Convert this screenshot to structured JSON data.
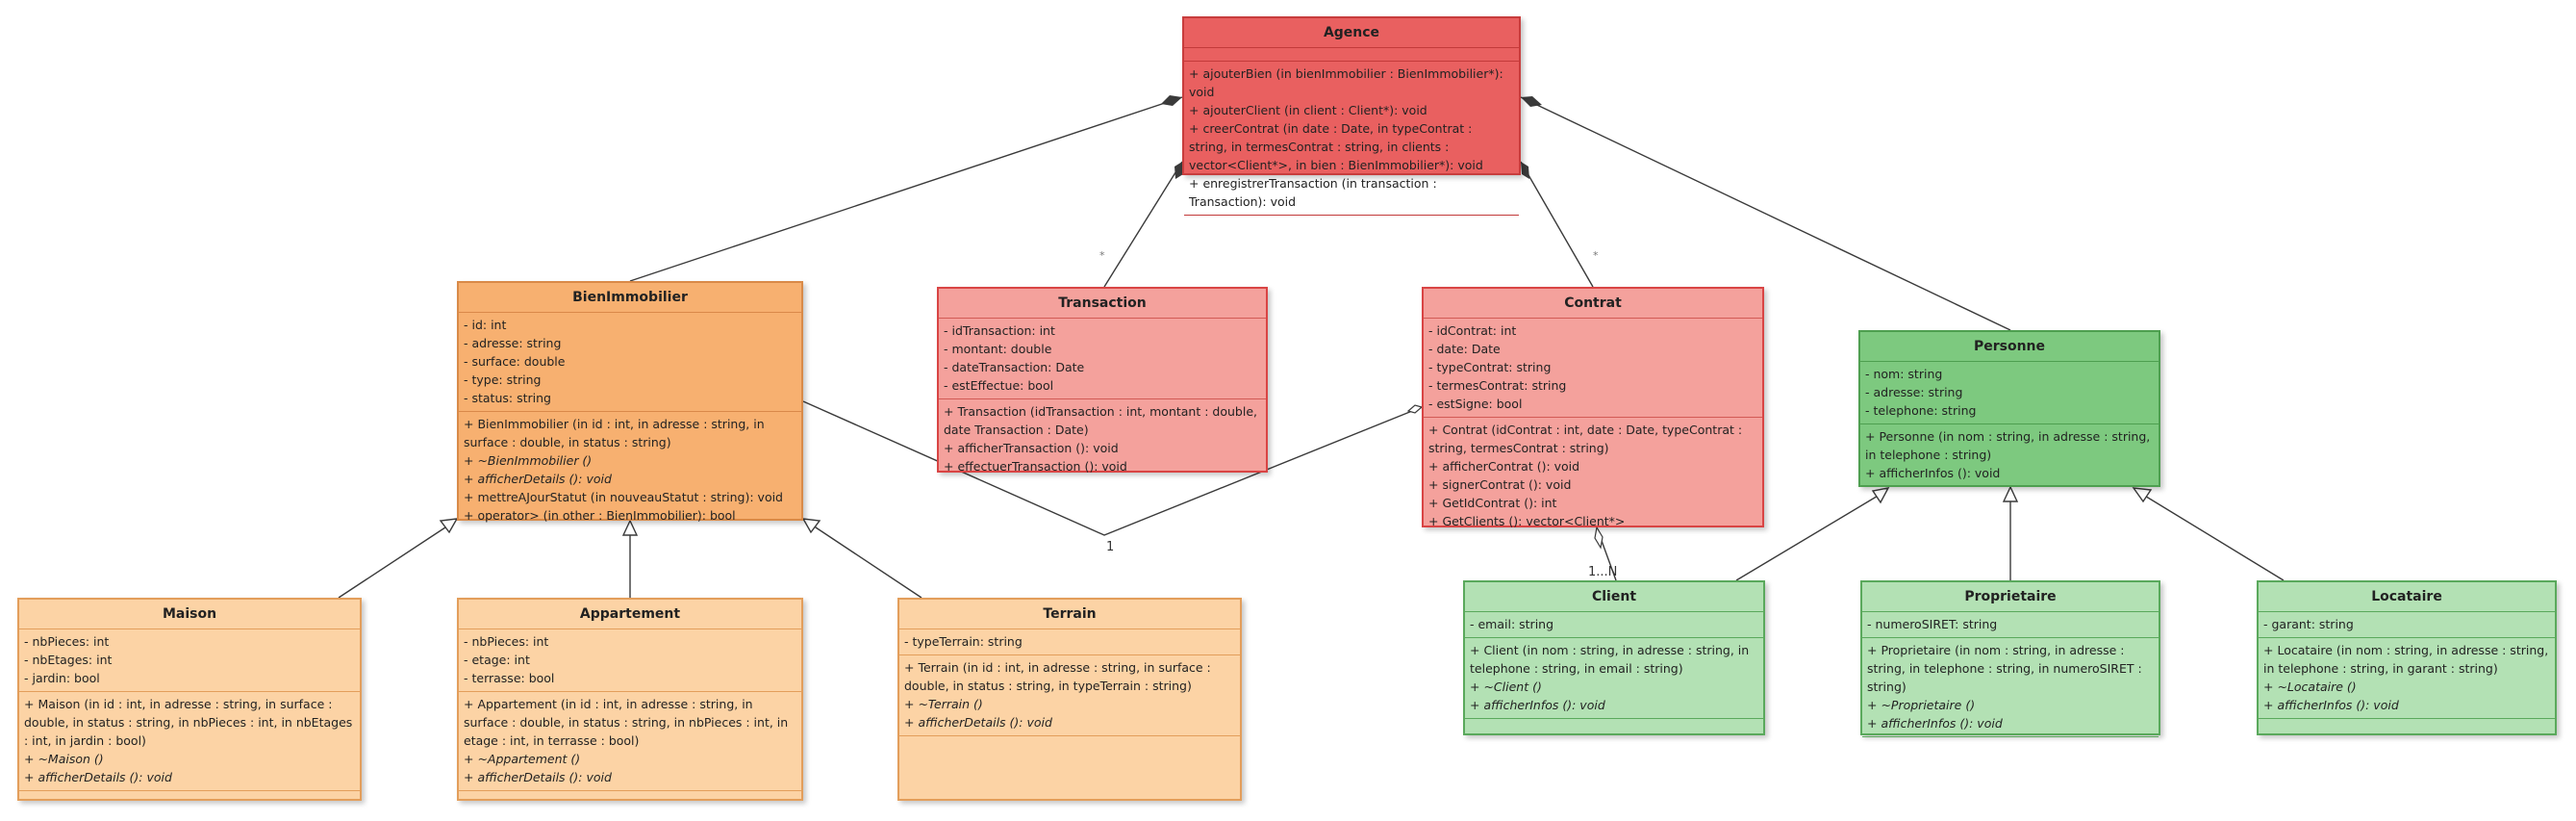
{
  "colors": {
    "agence": "#e96060",
    "transaction_contrat": "#f4a19c",
    "bien": "#f7b070",
    "biens_sub": "#fcd3a5",
    "personne": "#7dc97f",
    "personnes_sub": "#b3e1b4",
    "line": "#3a3a3a"
  },
  "classes": {
    "agence": {
      "name": "Agence",
      "sections": [
        [],
        [
          {
            "text": "+ ajouterBien (in bienImmobilier : BienImmobilier*): void"
          },
          {
            "text": "+ ajouterClient (in client : Client*): void"
          },
          {
            "text": "+ creerContrat (in date : Date, in typeContrat : string, in termesContrat : string, in clients : vector<Client*>, in bien : BienImmobilier*): void"
          },
          {
            "text": "+ enregistrerTransaction (in transaction : Transaction): void"
          }
        ],
        []
      ]
    },
    "bien": {
      "name": "BienImmobilier",
      "sections": [
        [
          {
            "text": "- id: int"
          },
          {
            "text": "- adresse: string"
          },
          {
            "text": "- surface: double"
          },
          {
            "text": "- type: string"
          },
          {
            "text": "- status: string"
          }
        ],
        [
          {
            "text": "+ BienImmobilier (in id : int, in adresse : string, in surface : double, in status : string)"
          },
          {
            "text": "+ ~BienImmobilier ()",
            "italic": true
          },
          {
            "text": "+ afficherDetails (): void",
            "italic": true
          },
          {
            "text": "+ mettreAJourStatut (in nouveauStatut : string): void"
          },
          {
            "text": "+ operator> (in other : BienImmobilier): bool"
          }
        ]
      ]
    },
    "transaction": {
      "name": "Transaction",
      "sections": [
        [
          {
            "text": "- idTransaction: int"
          },
          {
            "text": "- montant: double"
          },
          {
            "text": "- dateTransaction: Date"
          },
          {
            "text": "- estEffectue: bool"
          }
        ],
        [
          {
            "text": "+ Transaction (idTransaction : int, montant : double, date Transaction : Date)"
          },
          {
            "text": "+ afficherTransaction (): void"
          },
          {
            "text": "+ effectuerTransaction (): void"
          }
        ]
      ]
    },
    "contrat": {
      "name": "Contrat",
      "sections": [
        [
          {
            "text": "- idContrat: int"
          },
          {
            "text": "- date: Date"
          },
          {
            "text": "- typeContrat: string"
          },
          {
            "text": "- termesContrat: string"
          },
          {
            "text": "- estSigne: bool"
          }
        ],
        [
          {
            "text": "+ Contrat (idContrat : int, date : Date, typeContrat : string, termesContrat : string)"
          },
          {
            "text": "+ afficherContrat (): void"
          },
          {
            "text": "+ signerContrat (): void"
          },
          {
            "text": "+ GetIdContrat (): int"
          },
          {
            "text": "+ GetClients (): vector<Client*>"
          }
        ]
      ]
    },
    "personne": {
      "name": "Personne",
      "sections": [
        [
          {
            "text": "- nom: string"
          },
          {
            "text": "- adresse: string"
          },
          {
            "text": "- telephone: string"
          }
        ],
        [
          {
            "text": "+ Personne (in nom : string, in adresse : string, in telephone : string)"
          },
          {
            "text": "+ afficherInfos (): void"
          }
        ],
        []
      ]
    },
    "maison": {
      "name": "Maison",
      "sections": [
        [
          {
            "text": "- nbPieces: int"
          },
          {
            "text": "- nbEtages: int"
          },
          {
            "text": "- jardin: bool"
          }
        ],
        [
          {
            "text": "+ Maison (in id : int, in adresse : string, in surface : double, in status : string, in nbPieces : int, in nbEtages : int, in jardin : bool)"
          },
          {
            "text": "+ ~Maison ()",
            "italic": true
          },
          {
            "text": "+ afficherDetails (): void",
            "italic": true
          }
        ],
        []
      ]
    },
    "appartement": {
      "name": "Appartement",
      "sections": [
        [
          {
            "text": "- nbPieces: int"
          },
          {
            "text": "- etage: int"
          },
          {
            "text": "- terrasse: bool"
          }
        ],
        [
          {
            "text": "+ Appartement (in id : int, in adresse : string, in surface : double, in status : string, in nbPieces : int, in etage : int, in terrasse : bool)"
          },
          {
            "text": "+ ~Appartement ()",
            "italic": true
          },
          {
            "text": "+ afficherDetails (): void",
            "italic": true
          }
        ],
        []
      ]
    },
    "terrain": {
      "name": "Terrain",
      "sections": [
        [
          {
            "text": "- typeTerrain: string"
          }
        ],
        [
          {
            "text": "+ Terrain (in id : int, in adresse : string, in surface : double, in status : string, in typeTerrain : string)"
          },
          {
            "text": "+ ~Terrain ()",
            "italic": true
          },
          {
            "text": "+ afficherDetails (): void",
            "italic": true
          }
        ],
        []
      ]
    },
    "client": {
      "name": "Client",
      "sections": [
        [
          {
            "text": "- email: string"
          }
        ],
        [
          {
            "text": "+ Client (in nom : string, in adresse : string, in telephone : string, in email : string)"
          },
          {
            "text": "+ ~Client ()",
            "italic": true
          },
          {
            "text": "+ afficherInfos (): void",
            "italic": true
          }
        ],
        []
      ]
    },
    "proprietaire": {
      "name": "Proprietaire",
      "sections": [
        [
          {
            "text": "- numeroSIRET: string"
          }
        ],
        [
          {
            "text": "+ Proprietaire (in nom : string, in adresse : string, in telephone : string, in numeroSIRET : string)"
          },
          {
            "text": "+ ~Proprietaire ()",
            "italic": true
          },
          {
            "text": "+ afficherInfos (): void",
            "italic": true
          }
        ],
        []
      ]
    },
    "locataire": {
      "name": "Locataire",
      "sections": [
        [
          {
            "text": "- garant: string"
          }
        ],
        [
          {
            "text": "+ Locataire (in nom : string, in adresse : string, in telephone : string, in garant : string)"
          },
          {
            "text": "+ ~Locataire ()",
            "italic": true
          },
          {
            "text": "+ afficherInfos (): void",
            "italic": true
          }
        ],
        []
      ]
    }
  },
  "multiplicities": {
    "transaction_star": "*",
    "contrat_star": "*",
    "bien_contrat_one": "1",
    "contrat_client": "1...N"
  }
}
